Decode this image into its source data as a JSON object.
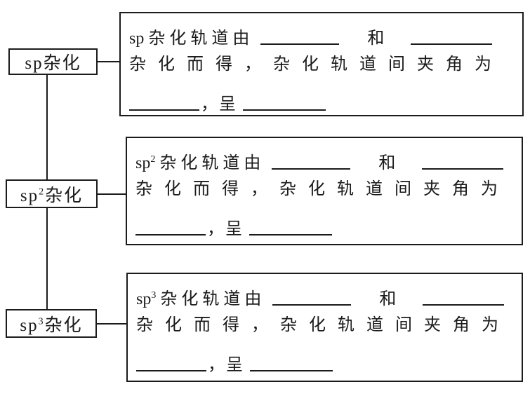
{
  "colors": {
    "ink": "#1b1b1b",
    "paper": "#ffffff"
  },
  "rows": [
    {
      "node_prefix": "sp",
      "node_sup": "",
      "node_suffix": "杂化",
      "box_prefix": "sp",
      "box_sup": "",
      "box_line1_text": "杂化轨道由",
      "box_line1_conj": "和",
      "box_line2_text": "杂化而得，杂化轨道间夹角为",
      "box_line3_text": "，呈"
    },
    {
      "node_prefix": "sp",
      "node_sup": "2",
      "node_suffix": "杂化",
      "box_prefix": "sp",
      "box_sup": "2",
      "box_line1_text": "杂化轨道由",
      "box_line1_conj": "和",
      "box_line2_text": "杂化而得，杂化轨道间夹角为",
      "box_line3_text": "，呈"
    },
    {
      "node_prefix": "sp",
      "node_sup": "3",
      "node_suffix": "杂化",
      "box_prefix": "sp",
      "box_sup": "3",
      "box_line1_text": "杂化轨道由",
      "box_line1_conj": "和",
      "box_line2_text": "杂化而得，杂化轨道间夹角为",
      "box_line3_text": "，呈"
    }
  ]
}
